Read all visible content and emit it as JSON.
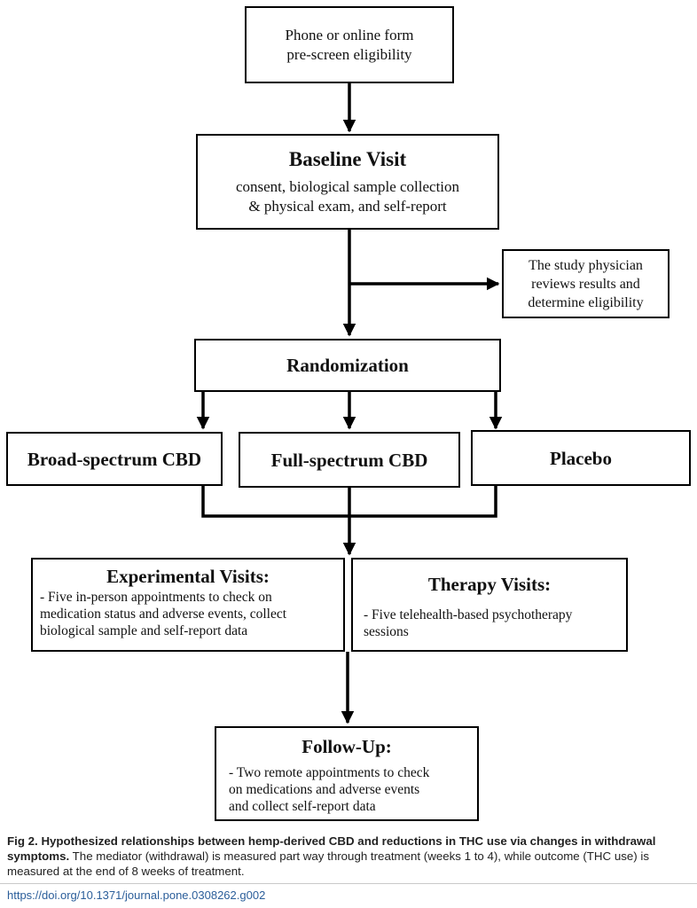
{
  "flow": {
    "prescreen": {
      "line1": "Phone or online form",
      "line2": "pre-screen eligibility"
    },
    "baseline": {
      "title": "Baseline Visit",
      "line1": "consent, biological sample collection",
      "line2": "& physical exam, and self-report"
    },
    "physician": {
      "line1": "The study physician",
      "line2": "reviews results and",
      "line3": "determine eligibility"
    },
    "randomization": {
      "title": "Randomization"
    },
    "arms": {
      "broad": "Broad-spectrum CBD",
      "full": "Full-spectrum CBD",
      "placebo": "Placebo"
    },
    "experimental": {
      "title": "Experimental Visits:",
      "line1": "- Five in-person appointments to check on",
      "line2": "medication status and adverse events, collect",
      "line3": "biological sample and self-report data"
    },
    "therapy": {
      "title": "Therapy Visits:",
      "line1": "- Five telehealth-based psychotherapy",
      "line2": "sessions"
    },
    "followup": {
      "title": "Follow-Up:",
      "line1": "- Two remote appointments to check",
      "line2": "on medications and adverse events",
      "line3": "and collect self-report data"
    }
  },
  "caption": {
    "label": "Fig 2.",
    "bold_text": "Hypothesized relationships between hemp-derived CBD and reductions in THC use via changes in withdrawal symptoms.",
    "text": "The mediator (withdrawal) is measured part way through treatment (weeks 1 to 4), while outcome (THC use) is measured at the end of 8 weeks of treatment."
  },
  "doi": "https://doi.org/10.1371/journal.pone.0308262.g002"
}
